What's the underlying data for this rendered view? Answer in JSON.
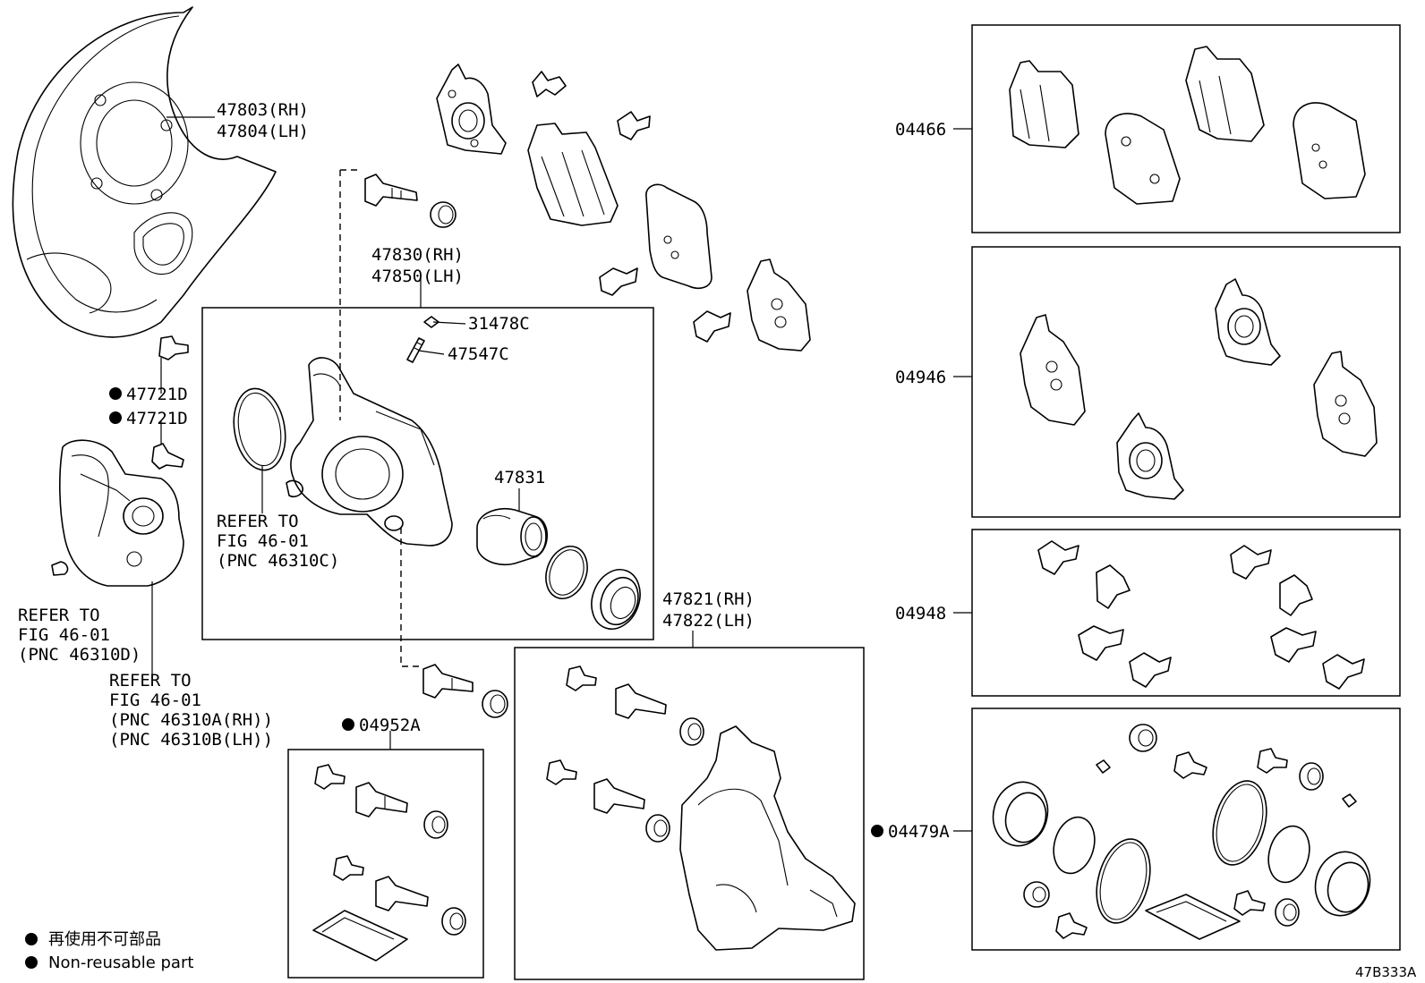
{
  "labels": {
    "p47803": "47803(RH)",
    "p47804": "47804(LH)",
    "p47830": "47830(RH)",
    "p47850": "47850(LH)",
    "p31478": "31478C",
    "p47547": "47547C",
    "p47721a": "47721D",
    "p47721b": "47721D",
    "p47831": "47831",
    "p47821": "47821(RH)",
    "p47822": "47822(LH)",
    "p04952": "04952A",
    "p04466": "04466",
    "p04946": "04946",
    "p04948": "04948",
    "p04479": "04479A"
  },
  "refers": {
    "ref1": [
      "REFER TO",
      "FIG 46-01",
      "(PNC 46310C)"
    ],
    "ref2": [
      "REFER TO",
      "FIG 46-01",
      "(PNC 46310D)"
    ],
    "ref3": [
      "REFER TO",
      "FIG 46-01",
      "(PNC 46310A(RH))",
      "(PNC 46310B(LH))"
    ]
  },
  "legend": {
    "jp": "再使用不可部品",
    "en": "Non-reusable part"
  },
  "diagram_code": "47B333A"
}
